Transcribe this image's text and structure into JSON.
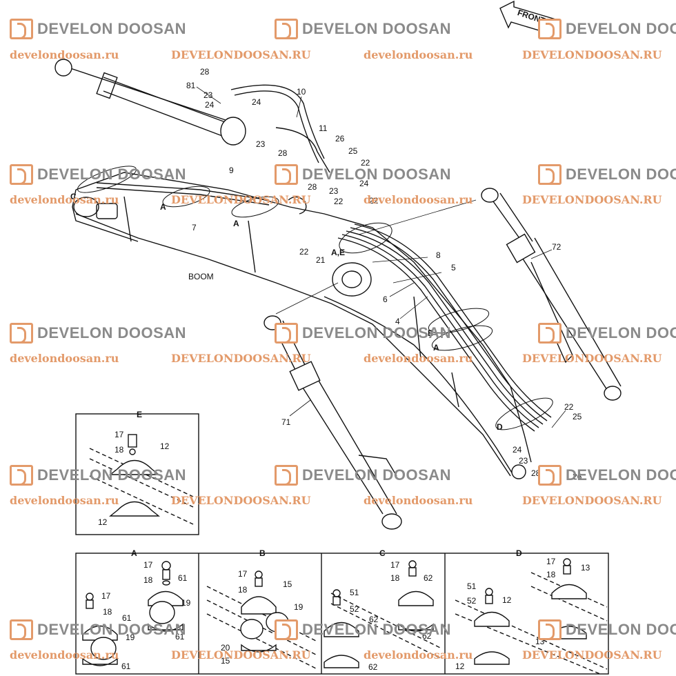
{
  "brand": "DEVELON DOOSAN",
  "url_lower": "develondoosan.ru",
  "url_upper": "DEVELONDOOSAN.RU",
  "front_arrow": "FRONT",
  "boom_label": "BOOM",
  "colors": {
    "watermark": "#e39a6a",
    "brand_text": "#8a8a8a",
    "line": "#111111"
  },
  "parts": [
    "81",
    "28",
    "23",
    "24",
    "10",
    "11",
    "26",
    "25",
    "22",
    "9",
    "C",
    "A",
    "7",
    "A",
    "22",
    "21",
    "A,E",
    "8",
    "5",
    "6",
    "4",
    "B",
    "A",
    "72",
    "71",
    "D",
    "22",
    "25",
    "24",
    "23",
    "28",
    "26",
    "24",
    "23",
    "28",
    "22",
    "22",
    "28",
    "23",
    "24"
  ],
  "detail_E": {
    "title": "E",
    "labels": [
      "17",
      "18",
      "12",
      "12"
    ]
  },
  "detail_A": {
    "title": "A",
    "labels": [
      "17",
      "18",
      "61",
      "19",
      "61",
      "17",
      "18",
      "61",
      "19",
      "61"
    ]
  },
  "detail_B": {
    "title": "B",
    "labels": [
      "17",
      "18",
      "15",
      "19",
      "20",
      "15"
    ]
  },
  "detail_C": {
    "title": "C",
    "labels": [
      "17",
      "18",
      "62",
      "51",
      "52",
      "62",
      "62",
      "62"
    ]
  },
  "detail_D": {
    "title": "D",
    "labels": [
      "17",
      "18",
      "13",
      "51",
      "52",
      "12",
      "13",
      "12"
    ]
  }
}
